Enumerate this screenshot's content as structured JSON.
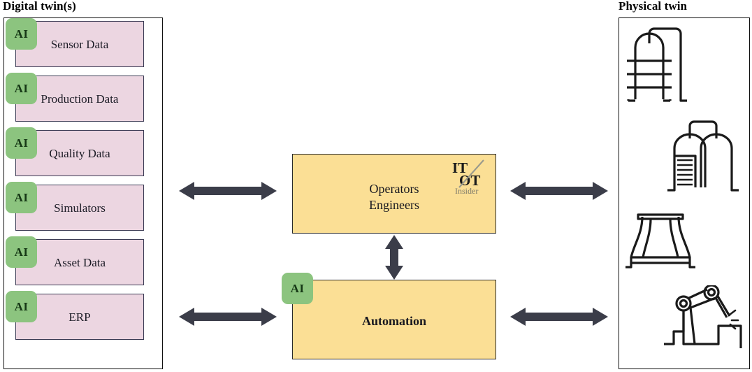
{
  "diagram": {
    "left_panel": {
      "title": "Digital twin(s)",
      "badge_label": "AI",
      "sources": [
        {
          "label": "Sensor Data",
          "badge": "AI"
        },
        {
          "label": "Production Data",
          "badge": "AI"
        },
        {
          "label": "Quality Data",
          "badge": "AI"
        },
        {
          "label": "Simulators",
          "badge": "AI"
        },
        {
          "label": "Asset Data",
          "badge": "AI"
        },
        {
          "label": "ERP",
          "badge": "AI"
        }
      ]
    },
    "center": {
      "operators": {
        "label": "Operators\nEngineers",
        "logo": {
          "line1": "IT",
          "line2": "OT",
          "subtitle": "Insider"
        }
      },
      "automation": {
        "label": "Automation",
        "badge": "AI"
      }
    },
    "right_panel": {
      "title": "Physical twin",
      "equipment": [
        {
          "name": "distillation-column"
        },
        {
          "name": "storage-tanks"
        },
        {
          "name": "cooling-tower"
        },
        {
          "name": "robot-arm"
        }
      ]
    },
    "arrows": [
      {
        "name": "digital-twin-to-operators",
        "direction": "bidirectional-horizontal"
      },
      {
        "name": "operators-to-physical-twin",
        "direction": "bidirectional-horizontal"
      },
      {
        "name": "digital-twin-to-automation",
        "direction": "bidirectional-horizontal"
      },
      {
        "name": "automation-to-physical-twin",
        "direction": "bidirectional-horizontal"
      },
      {
        "name": "operators-to-automation",
        "direction": "bidirectional-vertical"
      }
    ],
    "colors": {
      "data_box_fill": "#ecd6e1",
      "data_box_border": "#3c3c55",
      "ai_badge_fill": "#8cc47f",
      "ai_badge_text": "#153715",
      "center_box_fill": "#fbdf95",
      "center_box_border": "#2a2a2a",
      "arrow_fill": "#3b3d49",
      "panel_border": "#111111",
      "sketch_stroke": "#1a1a1a"
    }
  }
}
